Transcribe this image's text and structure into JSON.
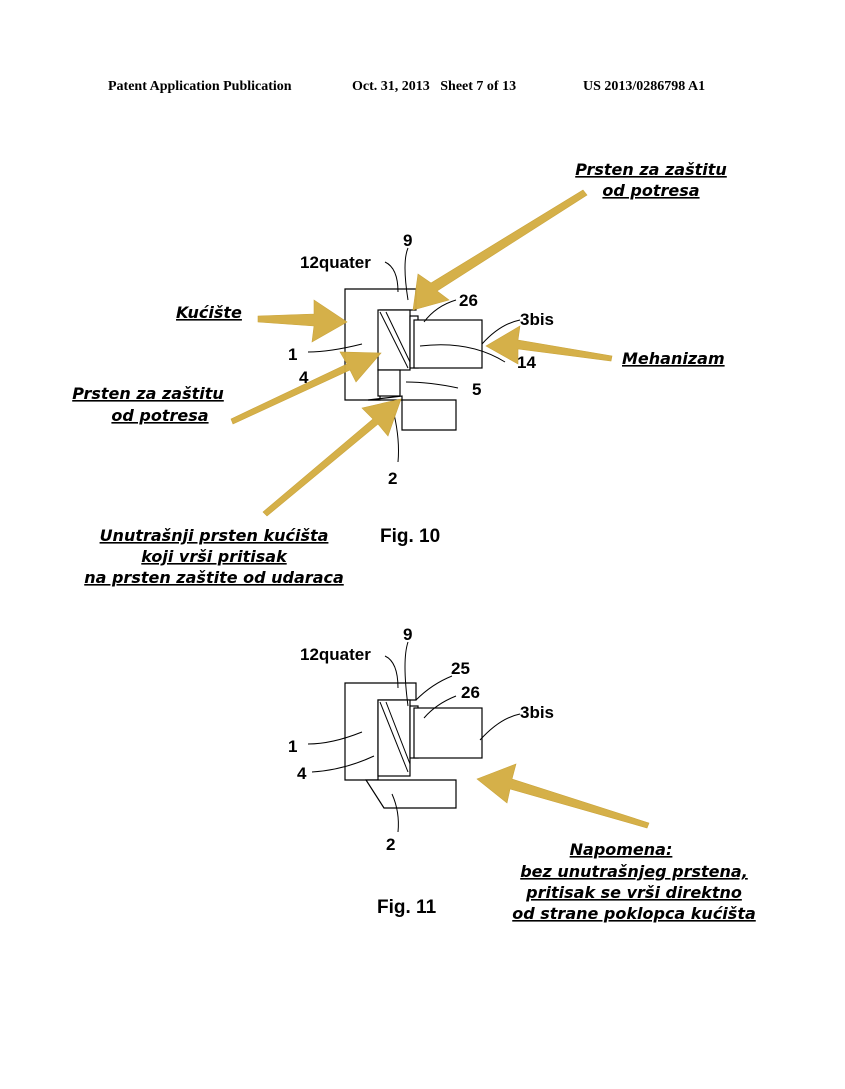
{
  "header": {
    "publication": "Patent Application Publication",
    "date_sheet": "Oct. 31, 2013   Sheet 7 of 13",
    "number": "US 2013/0286798 A1"
  },
  "fig10": {
    "caption": "Fig. 10",
    "refs": {
      "r12quater": "12quater",
      "r9": "9",
      "r26": "26",
      "r3bis": "3bis",
      "r1": "1",
      "r4": "4",
      "r14": "14",
      "r5": "5",
      "r2": "2"
    }
  },
  "fig11": {
    "caption": "Fig. 11",
    "refs": {
      "r12quater": "12quater",
      "r9": "9",
      "r25": "25",
      "r26": "26",
      "r3bis": "3bis",
      "r1": "1",
      "r4": "4",
      "r2": "2"
    }
  },
  "annotations": {
    "shock_ring_top": [
      "Prsten za zaštitu",
      "od potresa"
    ],
    "housing": [
      "Kućište"
    ],
    "mechanism": [
      "Mehanizam"
    ],
    "shock_ring_left": [
      "Prsten za zaštitu",
      "od potresa"
    ],
    "inner_ring": [
      "Unutrašnji prsten kućišta",
      "koji vrši pritisak",
      "na prsten zaštite od udaraca"
    ],
    "note": [
      "Napomena:",
      "bez unutrašnjeg prstena,",
      "pritisak se vrši direktno",
      "od strane poklopca kućišta"
    ]
  },
  "colors": {
    "arrow": "#d4ae44",
    "ink": "#000000"
  }
}
